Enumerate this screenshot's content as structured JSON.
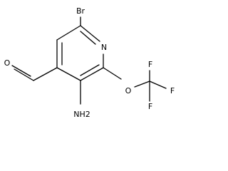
{
  "molecule": {
    "atoms": {
      "br": "Br",
      "n": "N",
      "o_ether": "O",
      "f1": "F",
      "f2": "F",
      "f3": "F",
      "o_carbonyl": "O",
      "nh2": "NH2"
    }
  }
}
